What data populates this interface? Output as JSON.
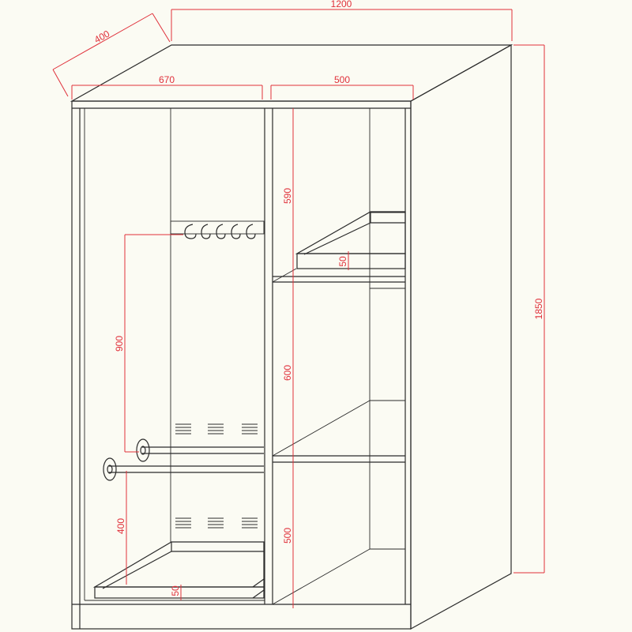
{
  "colors": {
    "background": "#fbfbf3",
    "line": "#2b2b2b",
    "dimension": "#e0303a"
  },
  "dimensions": {
    "total_width": "1200",
    "depth": "400",
    "left_width": "670",
    "right_width": "500",
    "height": "1850",
    "upper_shelf": "590",
    "middle_shelf": "600",
    "lower_shelf": "500",
    "upper_shelf_thickness": "50",
    "hook_height": "900",
    "rod_height": "400",
    "base_tray_thickness": "50"
  },
  "parts": {
    "hooks": 5,
    "vents_per_row": 3,
    "vent_rows": 2
  }
}
